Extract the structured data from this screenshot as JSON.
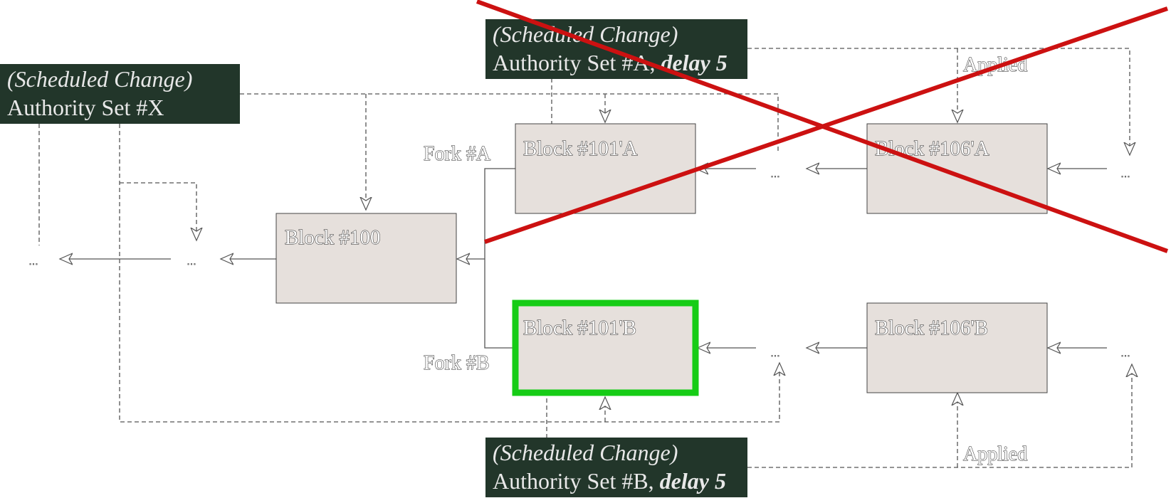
{
  "blocks": {
    "b100": "Block #100",
    "b101a": "Block #101'A",
    "b106a": "Block #106'A",
    "b101b": "Block #101'B",
    "b106b": "Block #106'B"
  },
  "forks": {
    "a": "Fork #A",
    "b": "Fork #B"
  },
  "scheduled_changes": {
    "x": {
      "line1": "(Scheduled Change)",
      "line2": "Authority Set #X",
      "delay": ""
    },
    "a": {
      "line1": "(Scheduled Change)",
      "line2": "Authority Set #A, ",
      "delay": "delay 5"
    },
    "b": {
      "line1": "(Scheduled Change)",
      "line2": "Authority Set #B, ",
      "delay": "delay 5"
    }
  },
  "labels": {
    "applied_top": "Applied",
    "applied_bottom": "Applied",
    "ellipsis": "…"
  },
  "colors": {
    "block_fill": "#e6e0dc",
    "scheduled_box": "#22362a",
    "cross_out": "#cc1111",
    "finalized_highlight": "#16cc16"
  }
}
